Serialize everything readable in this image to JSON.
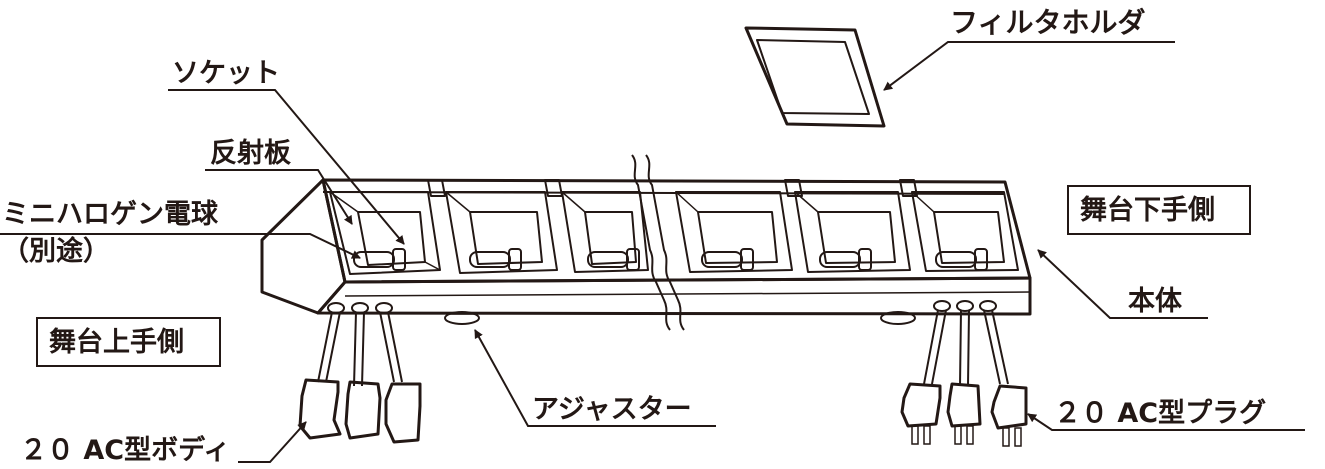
{
  "labels": {
    "filter_holder": "フィルタホルダ",
    "socket": "ソケット",
    "reflector": "反射板",
    "halogen_bulb": "ミニハロゲン電球",
    "separate_note": "（別途）",
    "stage_right_side": "舞台下手側",
    "stage_left_side": "舞台上手側",
    "body": "本体",
    "adjuster": "アジャスター",
    "ac_plug": "２０ AC型プラグ",
    "ac_body": "２０ AC型ボディ"
  },
  "colors": {
    "ink": "#231815",
    "paper": "#ffffff"
  }
}
